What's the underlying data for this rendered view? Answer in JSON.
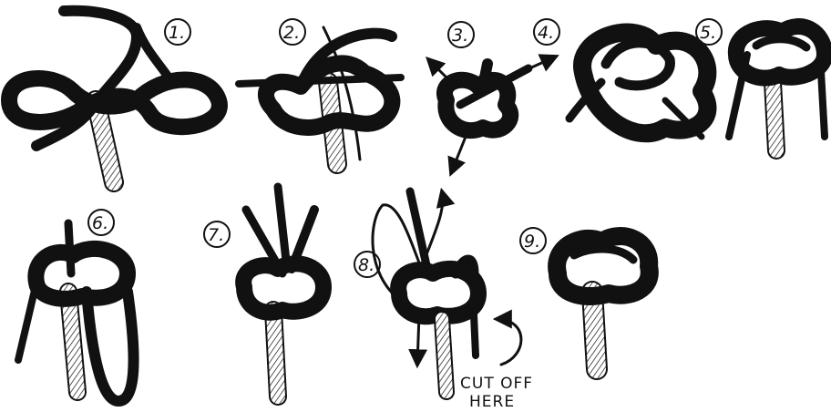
{
  "steps": [
    {
      "label": "1."
    },
    {
      "label": "2."
    },
    {
      "label": "3."
    },
    {
      "label": "4."
    },
    {
      "label": "5."
    },
    {
      "label": "6."
    },
    {
      "label": "7."
    },
    {
      "label": "8."
    },
    {
      "label": "9."
    }
  ],
  "note": {
    "line1": "CUT OFF",
    "line2": "HERE"
  },
  "colors": {
    "ink": "#111111",
    "rope_dark": "#1a1a1a",
    "rope_light": "#f4f1ea",
    "paper": "#ffffff"
  }
}
